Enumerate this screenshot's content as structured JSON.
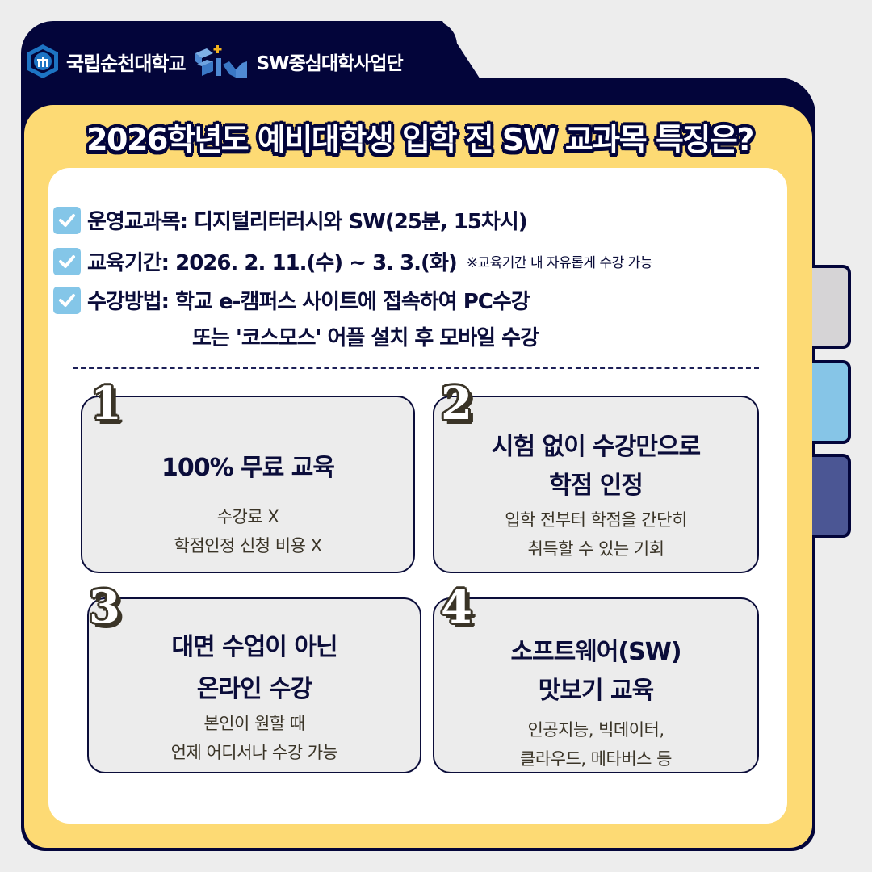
{
  "header": {
    "university_name": "국립순천대학교",
    "program_name": "SW중심대학사업단",
    "logo_icons": [
      "university-emblem-icon",
      "sw-logo-icon"
    ]
  },
  "title": "2026학년도 예비대학생 입학 전 SW 교과목 특징은?",
  "info": {
    "course": "운영교과목: 디지털리터러시와 SW(25분, 15차시)",
    "period": "교육기간: 2026. 2. 11.(수) ~ 3. 3.(화)",
    "period_note": "※교육기간 내 자유롭게 수강 가능",
    "method_line1": "수강방법: 학교 e-캠퍼스 사이트에 접속하여 PC수강",
    "method_line2": "또는 '코스모스' 어플 설치 후 모바일 수강",
    "check_icon": "checkbox-checked-icon"
  },
  "features": [
    {
      "number": "1",
      "heading": [
        "100% 무료 교육"
      ],
      "sub": [
        "수강료 X",
        "학점인정 신청 비용 X"
      ]
    },
    {
      "number": "2",
      "heading": [
        "시험 없이 수강만으로",
        "학점 인정"
      ],
      "sub": [
        "입학 전부터 학점을 간단히",
        "취득할 수 있는 기회"
      ]
    },
    {
      "number": "3",
      "heading": [
        "대면 수업이 아닌",
        "온라인 수강"
      ],
      "sub": [
        "본인이 원할 때",
        "언제 어디서나 수강 가능"
      ]
    },
    {
      "number": "4",
      "heading": [
        "소프트웨어(SW)",
        "맛보기 교육"
      ],
      "sub": [
        "인공지능, 빅데이터,",
        "클라우드, 메타버스 등"
      ]
    }
  ],
  "side_tabs": [
    {
      "color": "#d6d4d6"
    },
    {
      "color": "#86c5e7"
    },
    {
      "color": "#4b5694"
    }
  ],
  "colors": {
    "navy": "#03053a",
    "yellow": "#fdda74",
    "check_blue": "#84c6e8",
    "box_bg": "#ececec",
    "background": "#ededed"
  }
}
